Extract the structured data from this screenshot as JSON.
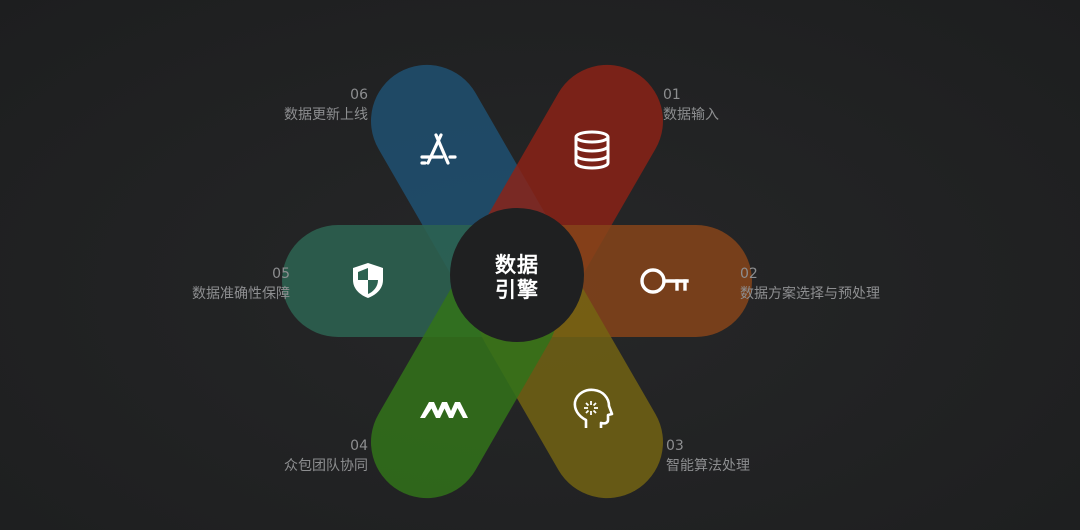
{
  "center": {
    "line1": "数据",
    "line2": "引擎"
  },
  "petals": [
    {
      "num": "01",
      "label": "数据输入",
      "icon": "database-icon",
      "color": "#8b2116"
    },
    {
      "num": "02",
      "label": "数据方案选择与预处理",
      "icon": "key-icon",
      "color": "#7a3b12"
    },
    {
      "num": "03",
      "label": "智能算法处理",
      "icon": "brain-head-icon",
      "color": "#6b5a10"
    },
    {
      "num": "04",
      "label": "众包团队协同",
      "icon": "wave-logo-icon",
      "color": "#2f6a16"
    },
    {
      "num": "05",
      "label": "数据准确性保障",
      "icon": "shield-icon",
      "color": "#2a5c4a"
    },
    {
      "num": "06",
      "label": "数据更新上线",
      "icon": "app-store-icon",
      "color": "#1d4a66"
    }
  ]
}
